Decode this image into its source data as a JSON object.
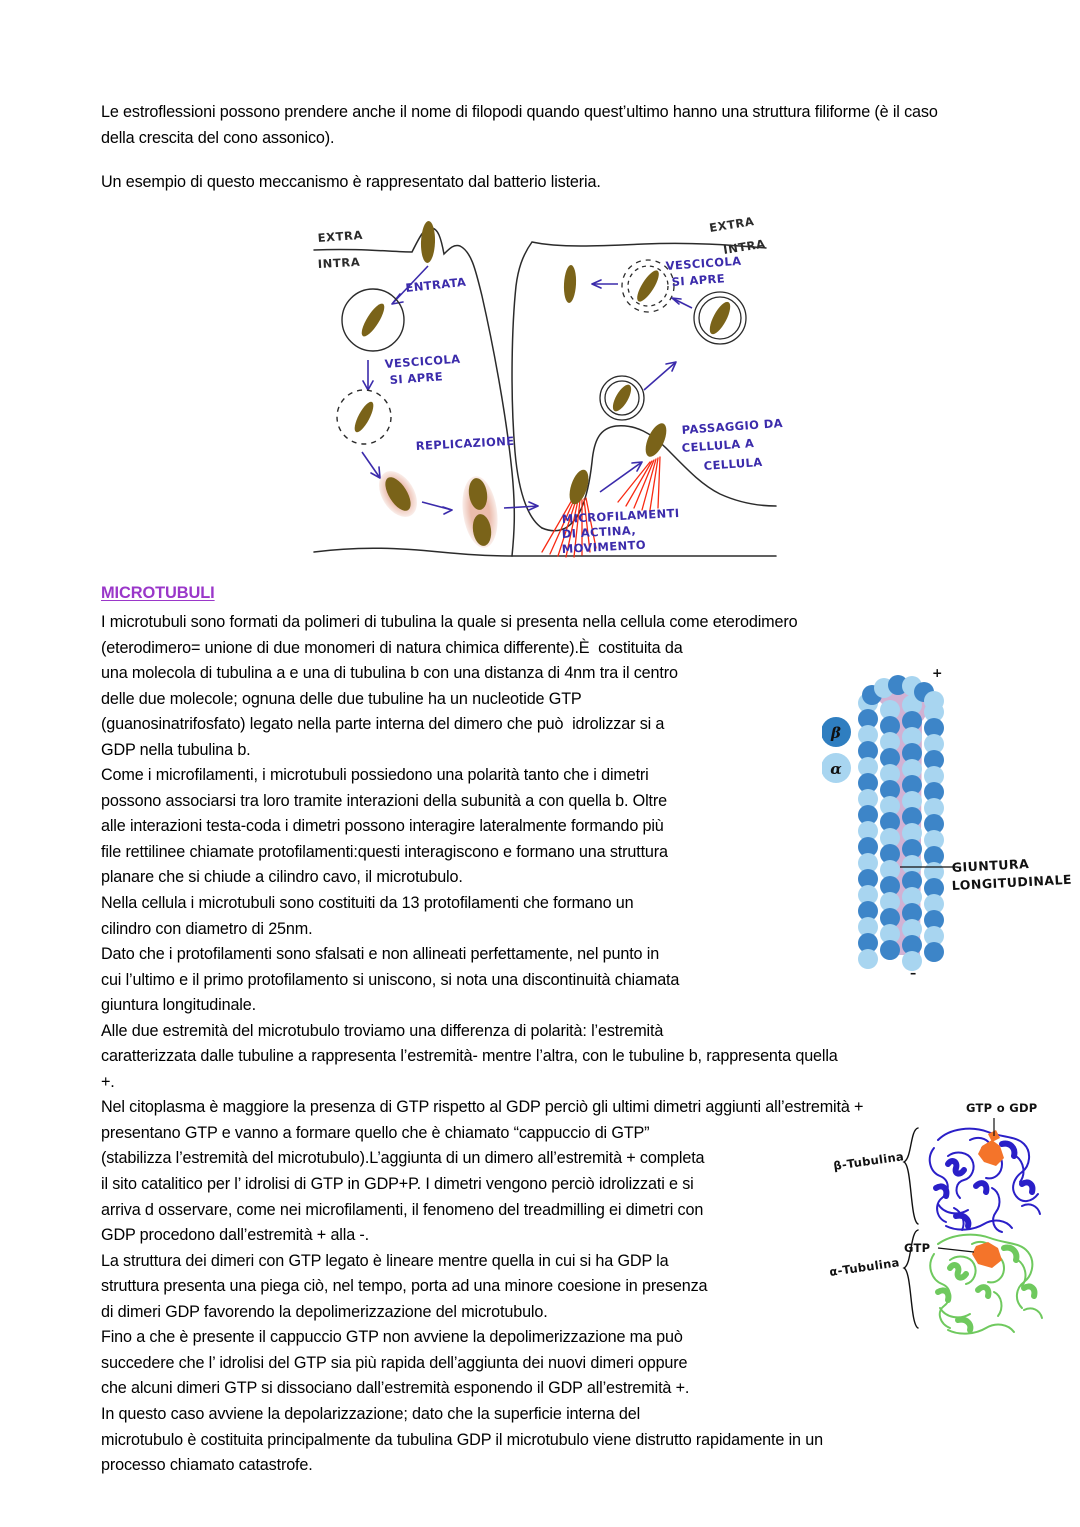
{
  "document": {
    "language": "it",
    "intro": {
      "paragraph_1": "Le estroflessioni possono prendere anche il nome di filopodi quando quest’ultimo hanno una struttura filiforme (è il caso della crescita del cono assonico).",
      "paragraph_2": "Un esempio di questo meccanismo è rappresentato dal batterio listeria."
    },
    "section": {
      "heading": "MICROTUBULI",
      "heading_color": "#9a37c9",
      "body": "I microtubuli sono formati da polimeri di tubulina la quale si presenta nella cellula come eterodimero\n(eterodimero= unione di due monomeri di natura chimica differente).È  costituita da\nuna molecola di tubulina a e una di tubulina b con una distanza di 4nm tra il centro\ndelle due molecole; ognuna delle due tubuline ha un nucleotide GTP\n(guanosinatrifosfato) legato nella parte interna del dimero che può  idrolizzar si a\nGDP nella tubulina b.\nCome i microfilamenti, i microtubuli possiedono una polarità tanto che i dimetri\npossono associarsi tra loro tramite interazioni della subunità a con quella b. Oltre\nalle interazioni testa-coda i dimetri possono interagire lateralmente formando più\nfile rettilinee chiamate protofilamenti:questi interagiscono e formano una struttura\nplanare che si chiude a cilindro cavo, il microtubulo.\nNella cellula i microtubuli sono costituiti da 13 protofilamenti che formano un\ncilindro con diametro di 25nm.\nDato che i protofilamenti sono sfalsati e non allineati perfettamente, nel punto in\ncui l’ultimo e il primo protofilamento si uniscono, si nota una discontinuità chiamata\ngiuntura longitudinale.\nAlle due estremità del microtubulo troviamo una differenza di polarità: l’estremità\ncaratterizzata dalle tubuline a rappresenta l’estremità- mentre l’altra, con le tubuline b, rappresenta quella\n+.\nNel citoplasma è maggiore la presenza di GTP rispetto al GDP perciò gli ultimi dimetri aggiunti all’estremità +\npresentano GTP e vanno a formare quello che è chiamato “cappuccio di GTP”\n(stabilizza l’estremità del microtubulo).L’aggiunta di un dimero all’estremità + completa\nil sito catalitico per l’ idrolisi di GTP in GDP+P. I dimetri vengono perciò idrolizzati e si\narriva d osservare, come nei microfilamenti, il fenomeno del treadmilling ei dimetri con\nGDP procedono dall’estremità + alla -.\nLa struttura dei dimeri con GTP legato è lineare mentre quella in cui si ha GDP la\nstruttura presenta una piega ciò, nel tempo, porta ad una minore coesione in presenza\ndi dimeri GDP favorendo la depolimerizzazione del microtubulo.\nFino a che è presente il cappuccio GTP non avviene la depolimerizzazione ma può\nsuccedere che l’ idrolisi del GTP sia più rapida dell’aggiunta dei nuovi dimeri oppure\nche alcuni dimeri GTP si dissociano dall’estremità esponendo il GDP all’estremità +.\nIn questo caso avviene la depolarizzazione; dato che la superficie interna del\nmicrotubulo è costituita principalmente da tubulina GDP il microtubulo viene distrutto rapidamente in un\nprocesso chiamato catastrofe."
    }
  },
  "figures": {
    "listeria_diagram": {
      "name": "listeria-infection-diagram",
      "labels": {
        "extra_left": "EXTRA",
        "intra_left": "INTRA",
        "extra_right": "EXTRA",
        "intra_right": "INTRA",
        "entrata": "ENTRATA",
        "vescicola_si_apre_left_l1": "VESCICOLA",
        "vescicola_si_apre_left_l2": "SI APRE",
        "vescicola_si_apre_right_l1": "VESCICOLA",
        "vescicola_si_apre_right_l2": "SI APRE",
        "replicazione": "REPLICAZIONE",
        "microfilamenti_l1": "MICROFILAMENTI",
        "microfilamenti_l2": "DI ACTINA,",
        "microfilamenti_l3": "MOVIMENTO",
        "passaggio_l1": "PASSAGGIO DA",
        "passaggio_l2": "CELLULA A",
        "passaggio_l3": "CELLULA"
      },
      "colors": {
        "annotation_ink": "#3b2bab",
        "membrane_ink": "#2b2b2b",
        "bacterium": "#7a6319",
        "bacterium_halo": "#eab8a8",
        "actin_filaments": "#f82a12"
      }
    },
    "microtubule_diagram": {
      "name": "microtubule-cylinder-diagram",
      "labels": {
        "plus_end": "+",
        "minus_end": "–",
        "beta_subunit": "β",
        "alpha_subunit": "α",
        "junction_l1": "GIUNTURA",
        "junction_l2": "LONGITUDINALE"
      },
      "colors": {
        "beta_tubulin": "#3d85c8",
        "alpha_tubulin": "#a8d5f0",
        "lumen": "#c8a8cc",
        "label_ink": "#111111"
      }
    },
    "tubulin_dimer_diagram": {
      "name": "tubulin-dimer-ribbon-diagram",
      "labels": {
        "gtp_or_gdp": "GTP o GDP",
        "gtp": "GTP",
        "beta_tubulina": "β-Tubulina",
        "alpha_tubulina": "α-Tubulina"
      },
      "colors": {
        "beta_ribbon": "#2a1fc8",
        "alpha_ribbon": "#6fc95e",
        "nucleotide": "#f4742a"
      }
    }
  }
}
